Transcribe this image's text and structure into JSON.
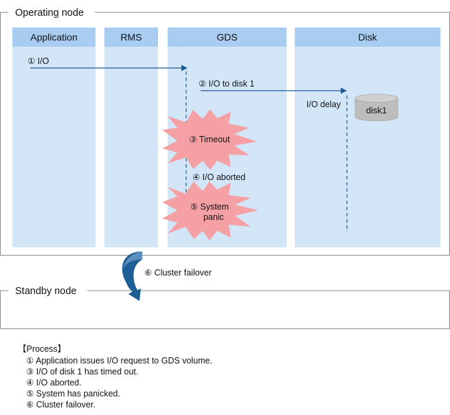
{
  "nodes": {
    "operating": "Operating node",
    "standby": "Standby node"
  },
  "columns": [
    "Application",
    "RMS",
    "GDS",
    "Disk"
  ],
  "messages": {
    "io": "① I/O",
    "io_to_disk": "② I/O to disk 1",
    "io_delay": "I/O delay",
    "disk": "disk1",
    "timeout": "③ Timeout",
    "io_aborted": "④ I/O aborted",
    "system_panic_line1": "⑤ System",
    "system_panic_line2": "panic",
    "cluster_failover": "⑥ Cluster failover"
  },
  "process": {
    "title": "【Process】",
    "steps": [
      "① Application issues I/O request to GDS volume.",
      "③ I/O of disk 1 has timed out.",
      "④ I/O aborted.",
      "⑤ System has panicked.",
      "⑥ Cluster failover."
    ]
  },
  "colors": {
    "frame": "#8a8a8a",
    "lane": "#d3e6f8",
    "lane_header": "#a9cdf0",
    "arrow": "#1f5a90",
    "burst": "#f4a0a4",
    "disk": "#bdbdbd",
    "failover_arrow": "#1c5f96"
  }
}
